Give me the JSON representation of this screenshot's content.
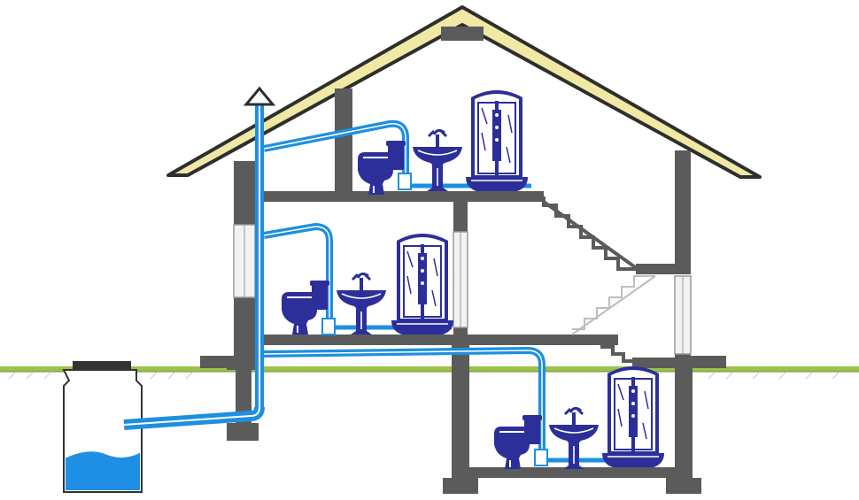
{
  "colors": {
    "background": "#ffffff",
    "wall": "#5b5b5b",
    "roof_fill": "#efe9a5",
    "roof_edge": "#2e2e2e",
    "ground": "#9bc24a",
    "pipe": "#1e8fe0",
    "pipe_light": "#ffffff",
    "fixture": "#2c2f9a",
    "fixture_highlight": "#ffffff",
    "water": "#1f8fe6",
    "tank_outline": "#333333",
    "window_glass": "#f2f2f2"
  },
  "icons": {
    "vent_arrow": "vent-up-arrow-icon",
    "toilet": "toilet-icon",
    "sink": "sink-icon",
    "shower": "shower-cabin-icon",
    "tank": "septic-tank-icon"
  },
  "floors": [
    {
      "name": "attic-bathroom",
      "fixtures": [
        "toilet",
        "sink",
        "shower"
      ]
    },
    {
      "name": "first-floor-bathroom",
      "fixtures": [
        "toilet",
        "sink",
        "shower"
      ]
    },
    {
      "name": "basement-bathroom",
      "fixtures": [
        "toilet",
        "sink",
        "shower"
      ]
    }
  ]
}
